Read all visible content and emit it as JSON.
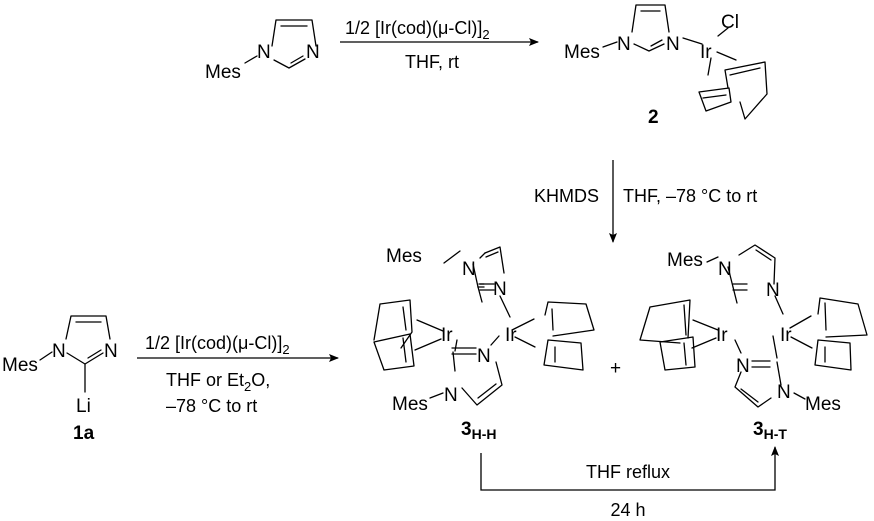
{
  "scheme": {
    "colors": {
      "ink": "#000000",
      "background": "#ffffff"
    },
    "atoms": {
      "nitrogen": "N",
      "iridium": "Ir",
      "chlorine": "Cl",
      "lithium": "Li",
      "mesityl": "Mes"
    },
    "reaction_top": {
      "reagent_main": "1/2 [Ir(cod)(",
      "reagent_mu": "μ",
      "reagent_tail": "-Cl)]",
      "reagent_sub": "2",
      "conditions": "THF, rt"
    },
    "reaction_down": {
      "reagent_left": "KHMDS",
      "conditions_right": "THF, –78 °C to rt"
    },
    "reaction_left": {
      "reagent_main": "1/2 [Ir(cod)(",
      "reagent_mu": "μ",
      "reagent_tail": "-Cl)]",
      "reagent_sub": "2",
      "conditions_line1_pre": "THF or Et",
      "conditions_line1_sub": "2",
      "conditions_line1_post": "O,",
      "conditions_line2": "–78 °C to rt"
    },
    "reaction_iso": {
      "conditions_top": "THF reflux",
      "conditions_bottom": "24 h"
    },
    "plus_sign": "+",
    "compounds": {
      "c2": {
        "label": "2"
      },
      "c1a": {
        "label": "1a"
      },
      "c3hh": {
        "label_main": "3",
        "label_sub": "H-H"
      },
      "c3ht": {
        "label_main": "3",
        "label_sub": "H-T"
      }
    }
  }
}
